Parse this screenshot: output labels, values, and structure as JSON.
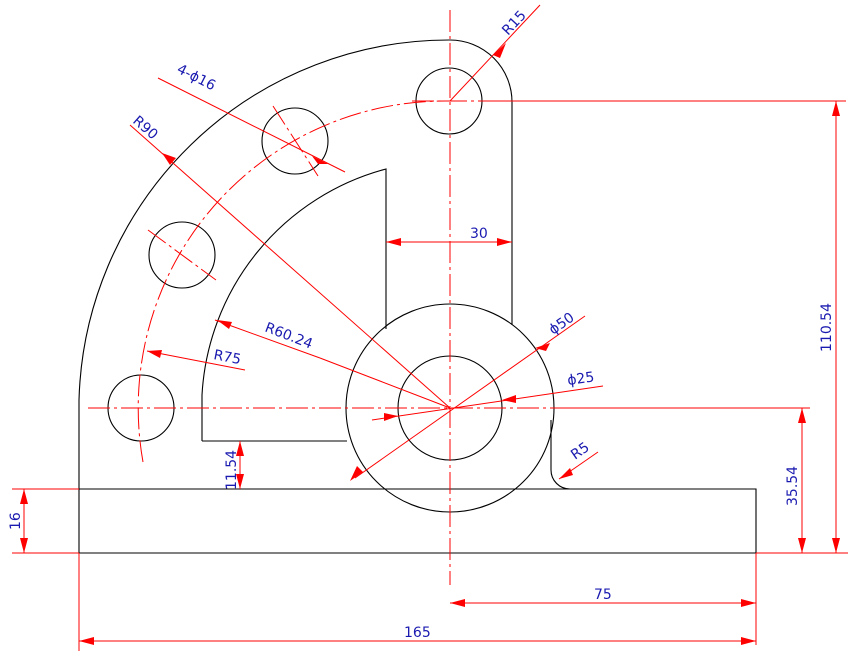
{
  "colors": {
    "outline": "#000000",
    "centerline": "#ff0000",
    "dimension": "#ff0000",
    "text": "#1a1ab0",
    "background": "#ffffff"
  },
  "dimensions": {
    "r15": "R15",
    "holes": "4-ϕ16",
    "r90": "R90",
    "width_30": "30",
    "phi50": "ϕ50",
    "r60": "R60.24",
    "r75": "R75",
    "phi25": "ϕ25",
    "r5": "R5",
    "h1154": "11.54",
    "h16": "16",
    "h3554": "35.54",
    "h11054": "110.54",
    "w75": "75",
    "w165": "165"
  }
}
